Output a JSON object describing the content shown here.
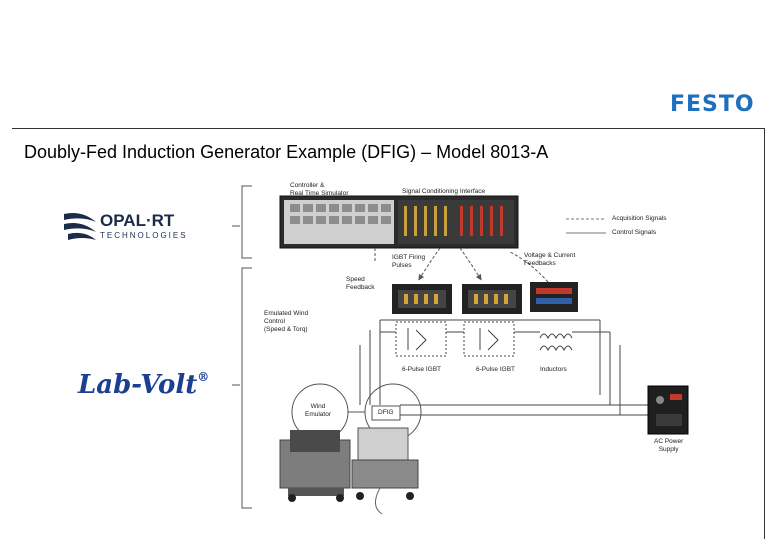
{
  "brand": {
    "festo": "FESTO",
    "opal_top": "OPAL·RT",
    "opal_bottom": "TECHNOLOGIES",
    "labvolt": "Lab-Volt",
    "labvolt_mark": "®"
  },
  "title": "Doubly-Fed Induction Generator Example (DFIG) – Model 8013-A",
  "diagram": {
    "controller": "Controller &\nReal Time Simulator",
    "signal_interface": "Signal Conditioning Interface",
    "legend_acq": "Acquisition Signals",
    "legend_ctrl": "Control Signals",
    "voltage_current": "Voltage & Current\nFeedbacks",
    "igbt_firing": "IGBT Firing\nPulses",
    "speed_feedback": "Speed\nFeedback",
    "emulated_wind": "Emulated Wind\nControl\n(Speed & Torq)",
    "pulse_igbt_1": "6-Pulse IGBT",
    "pulse_igbt_2": "6-Pulse IGBT",
    "inductors": "Inductors",
    "wind_emulator": "Wind\nEmulator",
    "dfig": "DFIG",
    "ac_power": "AC Power\nSupply"
  },
  "colors": {
    "festo_blue": "#1f6fbf",
    "labvolt_blue": "#1b3f93",
    "opal_navy": "#1d2b4a"
  }
}
